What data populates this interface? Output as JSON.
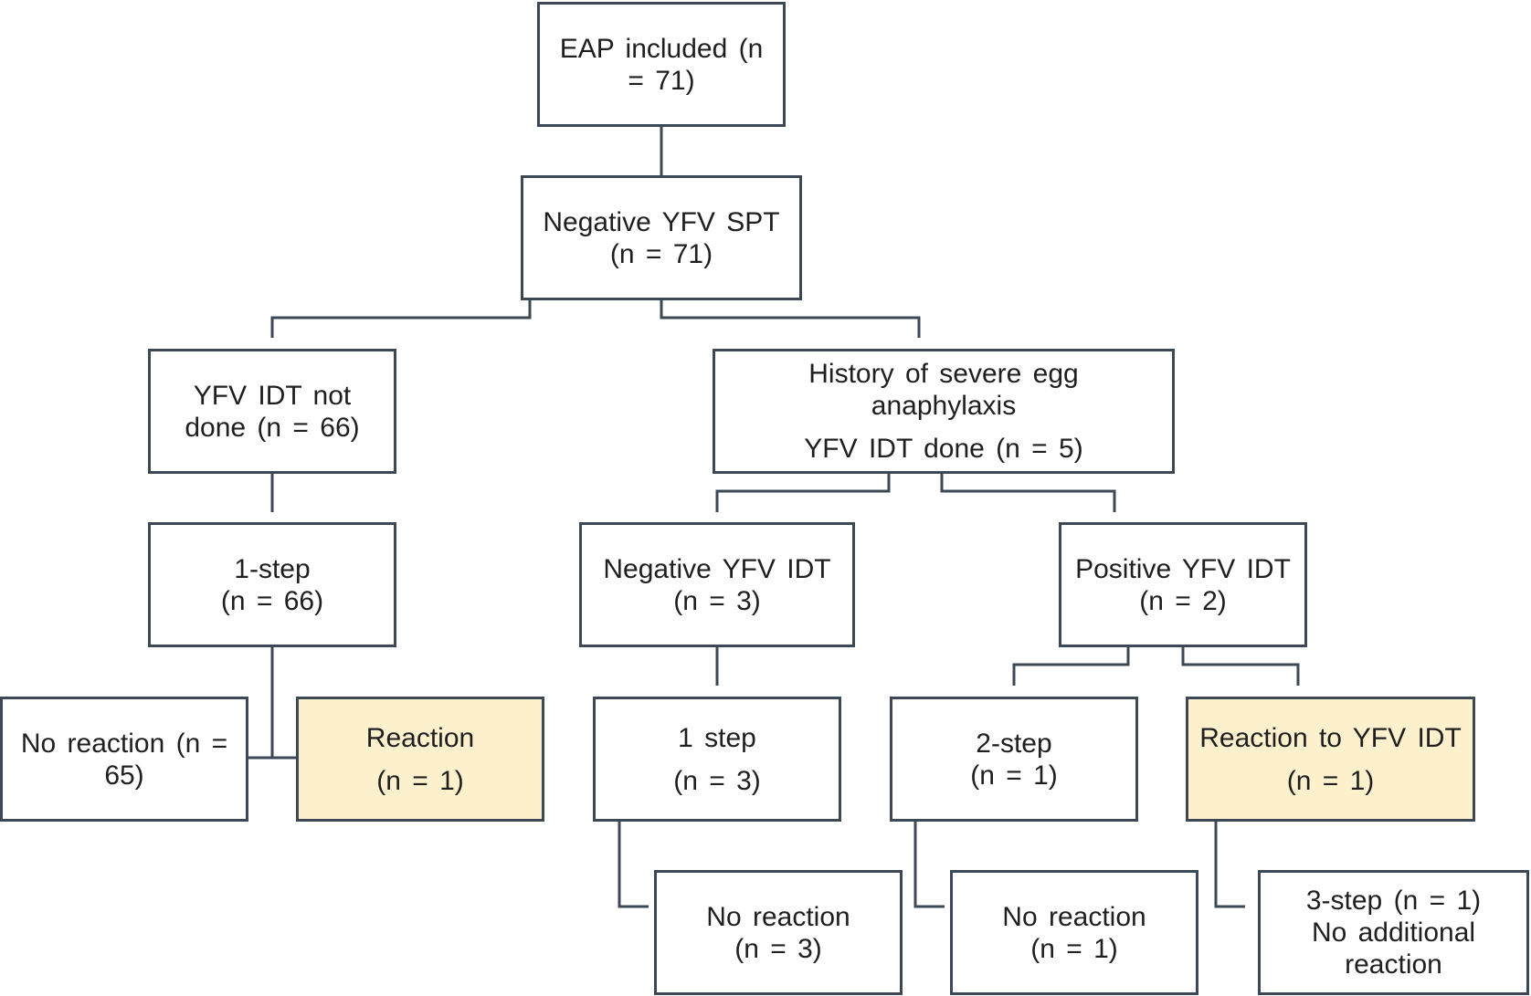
{
  "colors": {
    "border": "#3d4857",
    "text": "#1f1f1f",
    "highlight_fill": "#fdf0cc",
    "plain_fill": "#ffffff"
  },
  "nodes": {
    "eap": {
      "line1": "EAP included (n",
      "line2": "= 71)"
    },
    "spt": {
      "line1": "Negative YFV SPT",
      "line2": "(n = 71)"
    },
    "idt_not_done": {
      "line1": "YFV IDT not",
      "line2": "done (n = 66)"
    },
    "history": {
      "line1": "History of severe egg",
      "line2": "anaphylaxis",
      "line3": "YFV IDT done (n = 5)"
    },
    "one_step_66": {
      "line1": "1-step",
      "line2": "(n = 66)"
    },
    "neg_idt": {
      "line1": "Negative YFV IDT",
      "line2": "(n = 3)"
    },
    "pos_idt": {
      "line1": "Positive YFV IDT",
      "line2": "(n = 2)"
    },
    "no_reaction_65": {
      "line1": "No reaction (n =",
      "line2": "65)"
    },
    "reaction_1": {
      "line1": "Reaction",
      "line2": "(n = 1)"
    },
    "one_step_3": {
      "line1": "1 step",
      "line2": "(n = 3)"
    },
    "two_step": {
      "line1": "2-step",
      "line2": "(n = 1)"
    },
    "reaction_idt": {
      "line1": "Reaction to YFV IDT",
      "line2": "(n = 1)"
    },
    "no_reaction_3": {
      "line1": "No reaction",
      "line2": "(n = 3)"
    },
    "no_reaction_1": {
      "line1": "No reaction",
      "line2": "(n = 1)"
    },
    "three_step": {
      "line1": "3-step (n = 1)",
      "line2": "No additional",
      "line3": "reaction"
    }
  }
}
